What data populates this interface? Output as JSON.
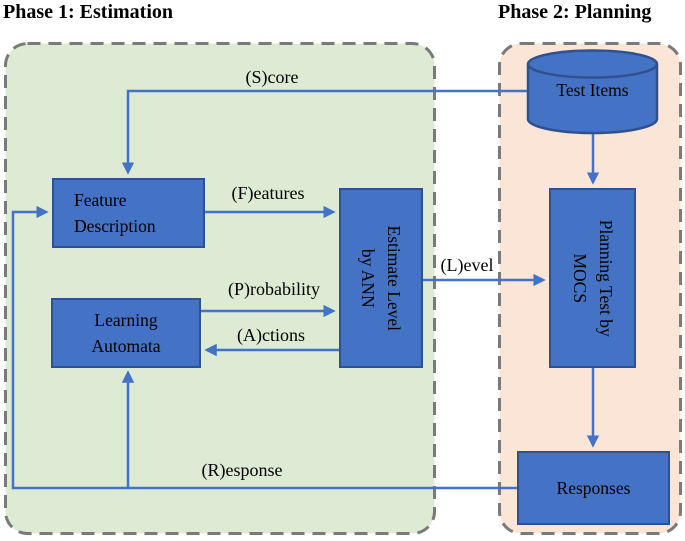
{
  "titles": {
    "phase1": "Phase 1: Estimation",
    "phase2": "Phase 2: Planning"
  },
  "nodes": {
    "test_items": "Test Items",
    "feature_description": "Feature\nDescription",
    "learning_automata": "Learning\nAutomata",
    "estimate_ann": "Estimate Level\nby ANN",
    "planning_mocs": "Planning Test by\nMOCS",
    "responses": "Responses"
  },
  "edges": {
    "score": "(S)core",
    "features": "(F)eatures",
    "probability": "(P)robability",
    "actions": "(A)ctions",
    "level": "(L)evel",
    "response": "(R)esponse"
  },
  "colors": {
    "node-fill": "#4472c4",
    "node-border": "#2f528f",
    "arrow": "#4472c4",
    "phase1-fill": "#ddebd5",
    "phase2-fill": "#fbe5d6",
    "dash": "#7a7a7a",
    "text": "#000000"
  }
}
